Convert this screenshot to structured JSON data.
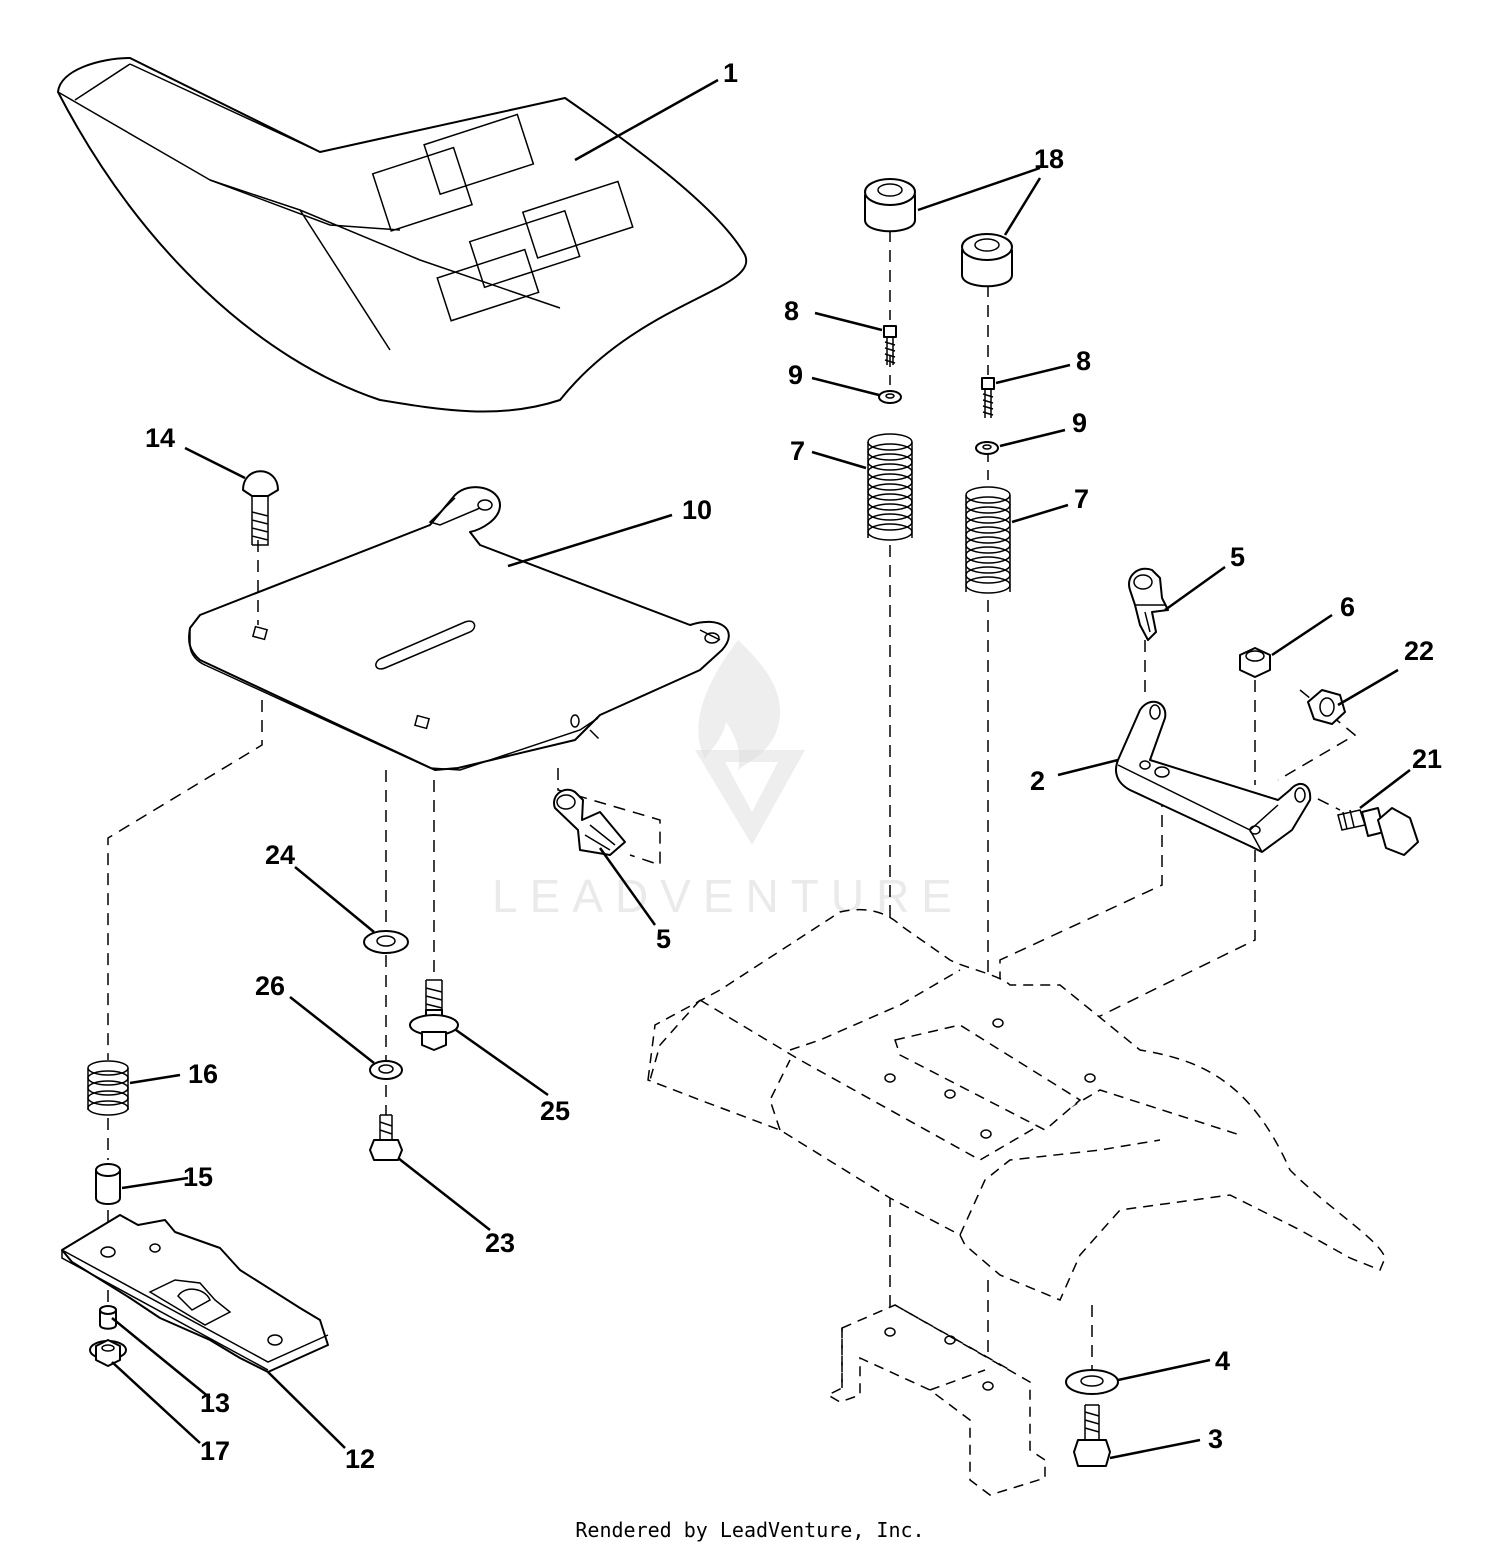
{
  "diagram": {
    "callouts": [
      {
        "id": "c1",
        "label": "1"
      },
      {
        "id": "c18",
        "label": "18"
      },
      {
        "id": "c8a",
        "label": "8"
      },
      {
        "id": "c8b",
        "label": "8"
      },
      {
        "id": "c9a",
        "label": "9"
      },
      {
        "id": "c9b",
        "label": "9"
      },
      {
        "id": "c7a",
        "label": "7"
      },
      {
        "id": "c7b",
        "label": "7"
      },
      {
        "id": "c14",
        "label": "14"
      },
      {
        "id": "c10",
        "label": "10"
      },
      {
        "id": "c5a",
        "label": "5"
      },
      {
        "id": "c5b",
        "label": "5"
      },
      {
        "id": "c6",
        "label": "6"
      },
      {
        "id": "c22",
        "label": "22"
      },
      {
        "id": "c2",
        "label": "2"
      },
      {
        "id": "c21",
        "label": "21"
      },
      {
        "id": "c24",
        "label": "24"
      },
      {
        "id": "c26",
        "label": "26"
      },
      {
        "id": "c25",
        "label": "25"
      },
      {
        "id": "c16",
        "label": "16"
      },
      {
        "id": "c15",
        "label": "15"
      },
      {
        "id": "c23",
        "label": "23"
      },
      {
        "id": "c13",
        "label": "13"
      },
      {
        "id": "c17",
        "label": "17"
      },
      {
        "id": "c12",
        "label": "12"
      },
      {
        "id": "c4",
        "label": "4"
      },
      {
        "id": "c3",
        "label": "3"
      }
    ],
    "watermark": "LEADVENTURE",
    "footer": "Rendered by LeadVenture, Inc."
  }
}
